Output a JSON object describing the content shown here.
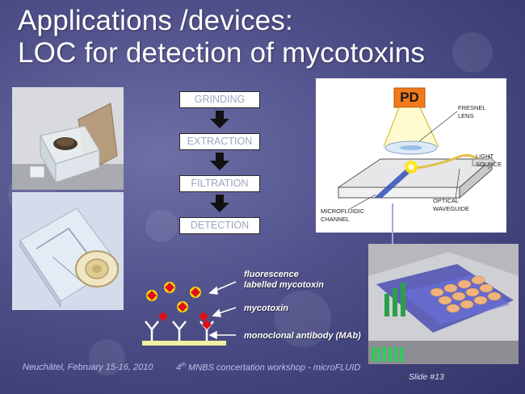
{
  "title": {
    "line1": "Applications /devices:",
    "line2": "LOC for detection of mycotoxins"
  },
  "flow_steps": [
    "GRINDING",
    "EXTRACTION",
    "FILTRATION",
    "DETECTION"
  ],
  "diagram": {
    "pd_label": "PD",
    "fresnel_lens": "FRESNEL\nLENS",
    "light_source": "LIGHT\nSOURCE",
    "optical_waveguide": "OPTICAL\nWAVEGUIDE",
    "microfluidic_channel": "MICROFLUIDIC\nCHANNEL"
  },
  "bio_labels": {
    "fluorescence": "fluorescence\nlabelled mycotoxin",
    "mycotoxin": "mycotoxin",
    "antibody": "monoclonal antibody (MAb)"
  },
  "footer": {
    "left": "Neuchâtel, February 15-16, 2010",
    "center_prefix": "4",
    "center_sup": "th",
    "center_rest": " MNBS concertation workshop - microFLUID",
    "slide": "Slide #13"
  },
  "colors": {
    "background": "#4f5089",
    "pd_orange": "#f07a1a",
    "mycotoxin_red": "#e0101a",
    "label_yellow": "#ffe500",
    "antibody_substrate": "#f3f0a0"
  }
}
